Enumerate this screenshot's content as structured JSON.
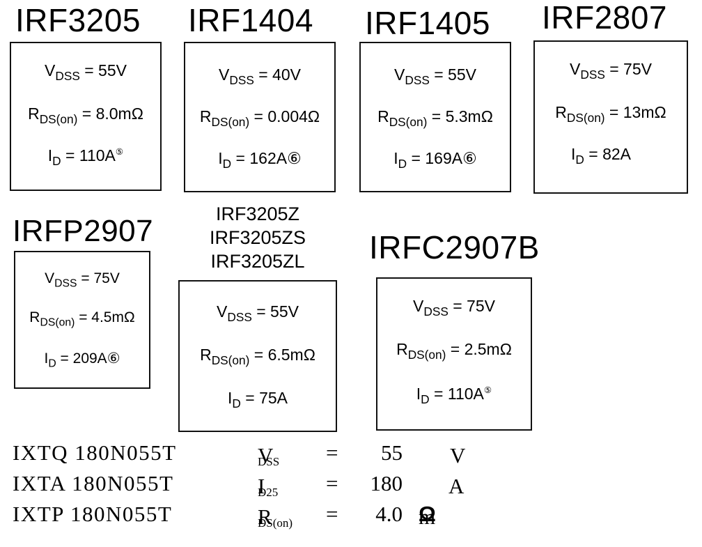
{
  "cards": [
    {
      "id": "irf3205",
      "title": "IRF3205",
      "vdss": "55V",
      "rds": "8.0mΩ",
      "id_val": "110A",
      "note": "⑤"
    },
    {
      "id": "irf1404",
      "title": "IRF1404",
      "vdss": "40V",
      "rds": "0.004Ω",
      "id_val": "162A",
      "note": "⑥"
    },
    {
      "id": "irf1405",
      "title": "IRF1405",
      "vdss": "55V",
      "rds": "5.3mΩ",
      "id_val": "169A",
      "note": "⑥"
    },
    {
      "id": "irf2807",
      "title": "IRF2807",
      "vdss": "75V",
      "rds": "13mΩ",
      "id_val": "82A",
      "note": ""
    },
    {
      "id": "irfp2907",
      "title": "IRFP2907",
      "vdss": "75V",
      "rds": "4.5mΩ",
      "id_val": "209A",
      "note": "⑥"
    },
    {
      "id": "irf3205z",
      "titles": [
        "IRF3205Z",
        "IRF3205ZS",
        "IRF3205ZL"
      ],
      "vdss": "55V",
      "rds": "6.5mΩ",
      "id_val": "75A",
      "note": ""
    },
    {
      "id": "irfc2907b",
      "title": "IRFC2907B",
      "vdss": "75V",
      "rds": "2.5mΩ",
      "id_val": "110A",
      "note": "⑤"
    }
  ],
  "symbols": {
    "v": "V",
    "dss": "DSS",
    "r": "R",
    "ds_on": "DS(on)",
    "i": "I",
    "d": "D",
    "eq": " = "
  },
  "ixys": {
    "part_numbers": [
      "IXTQ 180N055T",
      "IXTA 180N055T",
      "IXTP 180N055T"
    ],
    "rows": [
      {
        "sym": "V",
        "sub": "DSS",
        "eq": "=",
        "val": "55",
        "unit": "V"
      },
      {
        "sym": "I",
        "sub": "D25",
        "eq": "=",
        "val": "180",
        "unit": "A"
      },
      {
        "sym": "R",
        "sub": "DS(on)",
        "eq": "=",
        "val": "4.0",
        "unit_prefix": "m",
        "unit": "Ω"
      }
    ]
  }
}
